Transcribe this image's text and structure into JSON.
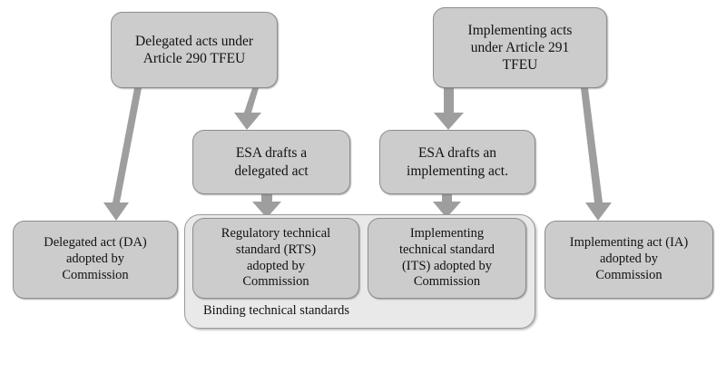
{
  "diagram": {
    "title": "EU legal acts and binding technical standards flow",
    "colors": {
      "node_fill": "#cccccc",
      "node_border": "#8d8d8d",
      "group_fill": "#e9e9e9",
      "group_border": "#9a9a9a",
      "arrow": "#9e9e9e",
      "text": "#111111",
      "background": "#ffffff"
    },
    "nodes": {
      "delegated_source": "Delegated acts under\nArticle 290 TFEU",
      "implementing_source": "Implementing acts\nunder Article 291\nTFEU",
      "esa_delegated": "ESA drafts a\ndelegated act",
      "esa_implementing": "ESA drafts an\nimplementing act.",
      "da_adopted": "Delegated act (DA)\nadopted by\nCommission",
      "rts_adopted": "Regulatory technical\nstandard  (RTS)\nadopted by\nCommission",
      "its_adopted": "Implementing\ntechnical standard\n(ITS) adopted by\nCommission",
      "ia_adopted": "Implementing act (IA)\nadopted by\nCommission"
    },
    "group": {
      "binding_technical_standards": "Binding technical standards"
    },
    "edges": [
      {
        "id": "edge-delegated-to-da",
        "from": "delegated_source",
        "to": "da_adopted",
        "style": "diagonal-arrow"
      },
      {
        "id": "edge-delegated-to-esa",
        "from": "delegated_source",
        "to": "esa_delegated",
        "style": "arrow"
      },
      {
        "id": "edge-esa-delegated-to-rts",
        "from": "esa_delegated",
        "to": "rts_adopted",
        "style": "arrow"
      },
      {
        "id": "edge-implementing-to-esa",
        "from": "implementing_source",
        "to": "esa_implementing",
        "style": "arrow"
      },
      {
        "id": "edge-esa-implementing-to-its",
        "from": "esa_implementing",
        "to": "its_adopted",
        "style": "arrow"
      },
      {
        "id": "edge-implementing-to-ia",
        "from": "implementing_source",
        "to": "ia_adopted",
        "style": "diagonal-arrow"
      }
    ]
  }
}
